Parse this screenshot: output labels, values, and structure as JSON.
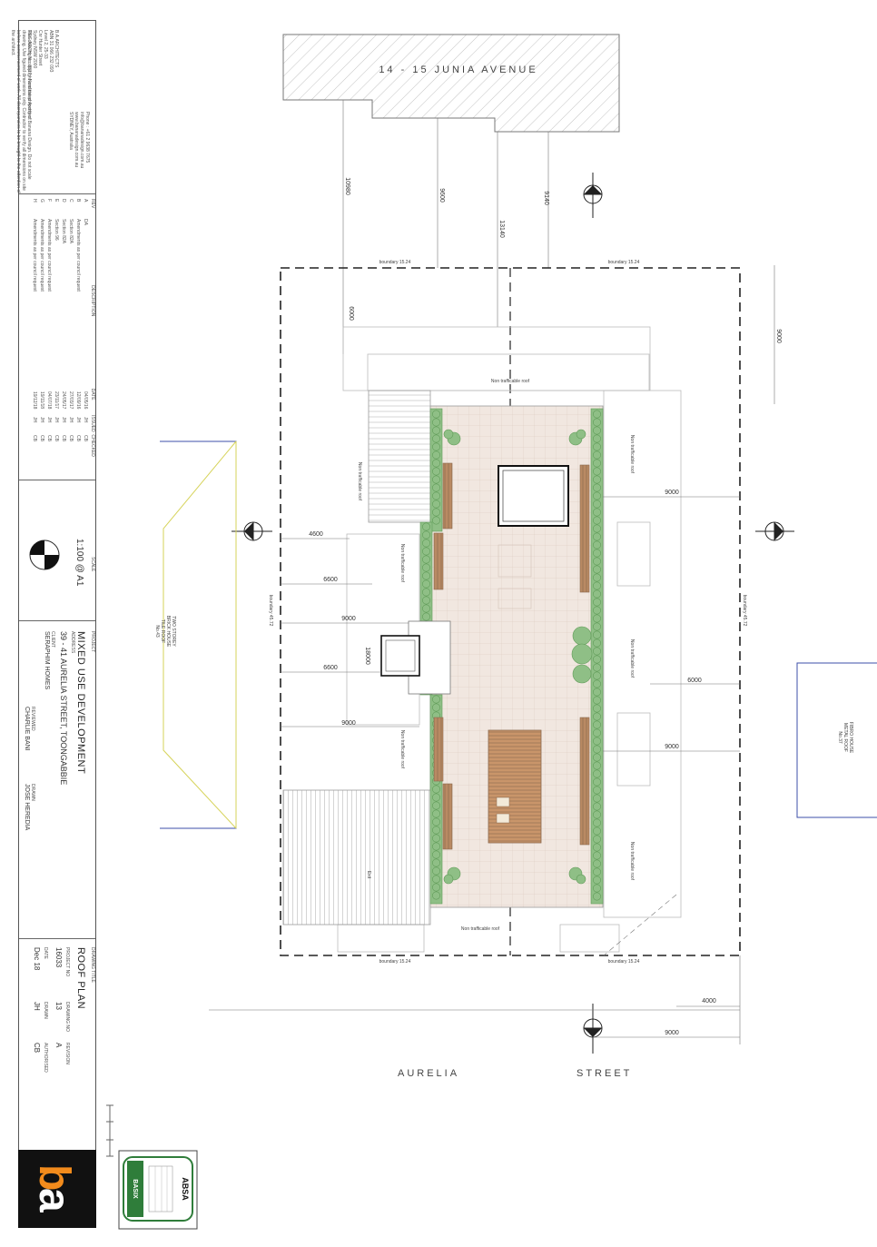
{
  "neighbour_top": "14 - 15  JUNIA AVENUE",
  "street": {
    "left": "AURELIA",
    "right": "STREET"
  },
  "boundaries": {
    "top_left": "boundary 15.24",
    "top_right": "boundary 15.24",
    "bottom_left": "boundary 15.24",
    "bottom_right": "boundary 15.24",
    "left": "boundary 45.72",
    "right": "boundary 45.72"
  },
  "dimensions": {
    "top_setbacks": [
      "10980",
      "9600",
      "13140",
      "9140"
    ],
    "top_6000": "6000",
    "right_9000_top": "9000",
    "left": [
      "4600",
      "6600",
      "9000",
      "6600",
      "9000"
    ],
    "center_18000": "18000",
    "right": [
      "9000",
      "6000",
      "9000"
    ],
    "bottom_4000": "4000",
    "bottom_9000": "9000"
  },
  "roof_labels": {
    "non_trafficable": "Non trafficable roof",
    "exit": "Exit"
  },
  "neighbour_left": {
    "line1": "TWO STOREY",
    "line2": "BRICK HOUSE",
    "line3": "TILE ROOF",
    "line4": "No.43"
  },
  "neighbour_right": {
    "line1": "FIBRO HOUSE",
    "line2": "METAL ROOF",
    "line3": "No.37"
  },
  "title_block": {
    "company_lines": [
      "B.A.ARCHITECTS",
      "ABN 31 066 232 093",
      "Level 2, 25-33",
      "Cnr Hunter Street",
      "Sydney NSW 2000",
      "REG.ARCH. No. 8817 - Nominated Architect"
    ],
    "contact_lines": [
      "Phone : +61 2 9638 7675",
      "info@bananadesign.com.au",
      "www.bananadesign.com.au",
      "SYDNEY, Australia"
    ],
    "copyright": "This drawing is copyright and the property of Banana Design. Do not scale drawing. Use figured dimensions only. Contractor to verify all dimensions on site before commencement of work. All discrepancies to be brought to the attention of the architect.",
    "rev_header": [
      "REV",
      "DESCRIPTION",
      "DATE",
      "ISSUED",
      "CHECKED"
    ],
    "revisions": [
      [
        "A",
        "DA",
        "04/05/16",
        "JH",
        "CB"
      ],
      [
        "B",
        "Amendments as per council request",
        "12/09/16",
        "JH",
        "CB"
      ],
      [
        "C",
        "Section 82A",
        "27/03/17",
        "JH",
        "CB"
      ],
      [
        "D",
        "Section 82A",
        "24/05/17",
        "JH",
        "CB"
      ],
      [
        "E",
        "Section 96",
        "23/11/17",
        "JH",
        "CB"
      ],
      [
        "F",
        "Amendments as per council request",
        "04/07/18",
        "JH",
        "CB"
      ],
      [
        "G",
        "Amendments as per council request",
        "19/11/18",
        "JH",
        "CB"
      ],
      [
        "H",
        "Amendments as per council request",
        "19/12/18",
        "JH",
        "CB"
      ]
    ],
    "scale_label": "SCALE",
    "scale": "1:100 @ A1",
    "project_label": "PROJECT",
    "project": "MIXED USE DEVELOPMENT",
    "address_label": "ADDRESS",
    "address": "39 - 41 AURELIA STREET, TOONGABBIE",
    "client_label": "CLIENT",
    "client": "SERAPHIM HOMES",
    "drawn_label": "DRAWN",
    "drawn": "JOSE HEREDIA",
    "reviewed_label": "REVIEWED",
    "reviewed": "CHARLIE BANI",
    "drawing_title_label": "DRAWING TITLE",
    "drawing_title": "ROOF PLAN",
    "project_no_label": "PROJECT NO",
    "project_no": "16033",
    "drawing_no_label": "DRAWING NO",
    "drawing_no": "13",
    "revision_label": "REVISION",
    "revision": "A",
    "date_label": "DATE",
    "date": "Dec 18",
    "drawn_by_label": "DRAWN",
    "drawn_by": "JH",
    "authorised_label": "AUTHORISED",
    "authorised": "CB"
  },
  "basix": {
    "brand": "ABSA",
    "badge": "BASIX"
  },
  "colors": {
    "deck": "#f1e7e0",
    "planter": "#8fbf86",
    "planter_dark": "#5f9a57",
    "timber": "#b98a63",
    "timber_dark": "#8c6a4f",
    "boundary": "#222222",
    "neighbour_yellow": "#d6d35a",
    "neighbour_blue": "#3e4fa8",
    "logo_orange": "#f28b1c"
  }
}
